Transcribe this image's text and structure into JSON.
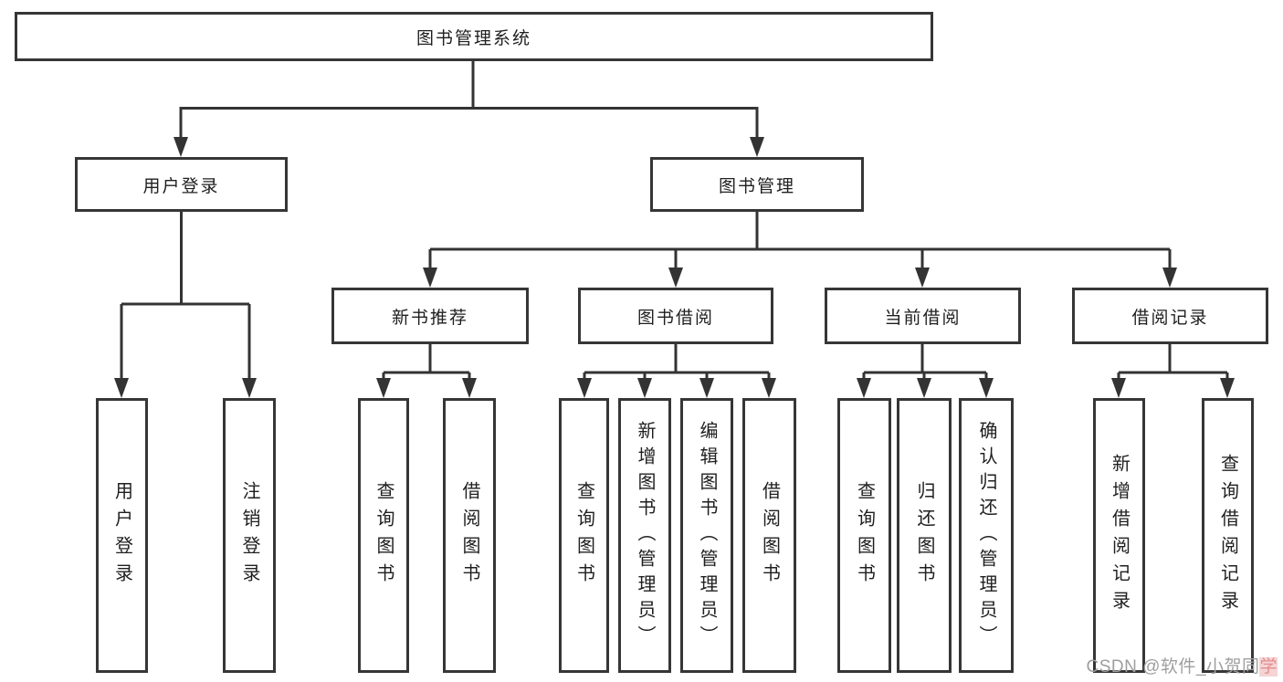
{
  "colors": {
    "background": "#ffffff",
    "line": "#333333",
    "box_border": "#363636",
    "text": "#1f1f1f",
    "watermark": "#9f9f9f",
    "watermark_accent": "#e08f8f"
  },
  "tree": {
    "label": "图书管理系统",
    "children": [
      {
        "label": "用户登录",
        "children": [
          {
            "label": "用户登录"
          },
          {
            "label": "注销登录"
          }
        ]
      },
      {
        "label": "图书管理",
        "children": [
          {
            "label": "新书推荐",
            "children": [
              {
                "label": "查询图书"
              },
              {
                "label": "借阅图书"
              }
            ]
          },
          {
            "label": "图书借阅",
            "children": [
              {
                "label": "查询图书"
              },
              {
                "label": "新增图书（管理员）"
              },
              {
                "label": "编辑图书（管理员）"
              },
              {
                "label": "借阅图书"
              }
            ]
          },
          {
            "label": "当前借阅",
            "children": [
              {
                "label": "查询图书"
              },
              {
                "label": "归还图书"
              },
              {
                "label": "确认归还（管理员）"
              }
            ]
          },
          {
            "label": "借阅记录",
            "children": [
              {
                "label": "新增借阅记录"
              },
              {
                "label": "查询借阅记录"
              }
            ]
          }
        ]
      }
    ]
  },
  "watermark": {
    "text": "CSDN @软件_小贺同",
    "accent": "学"
  }
}
